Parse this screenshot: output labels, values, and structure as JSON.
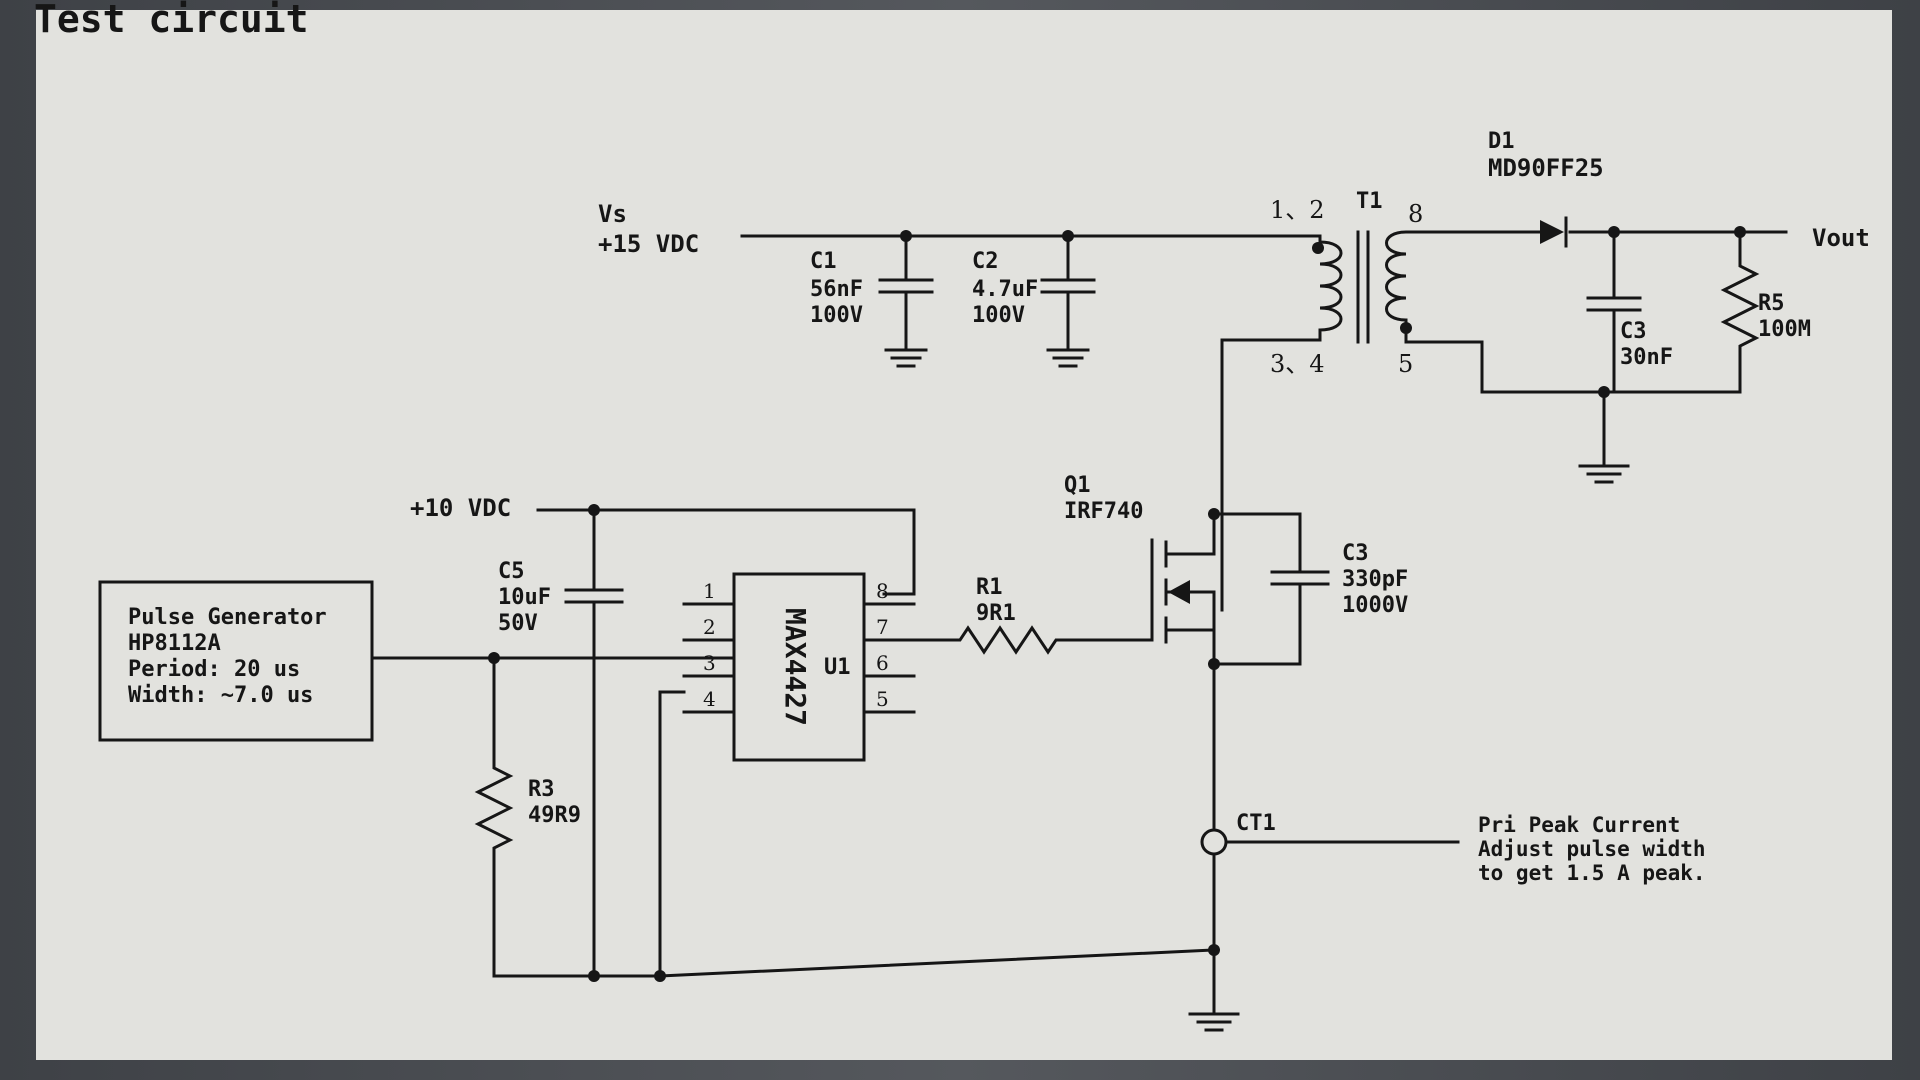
{
  "title": "Test  circuit",
  "supplies": {
    "vs_name": "Vs",
    "vs_value": "+15 VDC",
    "v10_value": "+10 VDC",
    "vout": "Vout"
  },
  "components": {
    "C1": {
      "ref": "C1",
      "value": "56nF",
      "rating": "100V"
    },
    "C2": {
      "ref": "C2",
      "value": "4.7uF",
      "rating": "100V"
    },
    "C3_out": {
      "ref": "C3",
      "value": "30nF"
    },
    "C3_snub": {
      "ref": "C3",
      "value": "330pF",
      "rating": "1000V"
    },
    "C5": {
      "ref": "C5",
      "value": "10uF",
      "rating": "50V"
    },
    "D1": {
      "ref": "D1",
      "part": "MD90FF25"
    },
    "T1": {
      "ref": "T1",
      "pins_p_top": "1、2",
      "pins_p_bot": "3、4",
      "pin_s_top": "8",
      "pin_s_bot": "5"
    },
    "R5": {
      "ref": "R5",
      "value": "100M"
    },
    "R1": {
      "ref": "R1",
      "value": "9R1"
    },
    "R3": {
      "ref": "R3",
      "value": "49R9"
    },
    "Q1": {
      "ref": "Q1",
      "part": "IRF740"
    },
    "U1": {
      "ref": "U1",
      "part": "MAX4427",
      "pins": [
        "1",
        "2",
        "3",
        "4",
        "8",
        "7",
        "6",
        "5"
      ]
    },
    "CT1": {
      "ref": "CT1"
    }
  },
  "pulse_generator": {
    "line1": "Pulse Generator",
    "line2": "HP8112A",
    "line3": "Period: 20 us",
    "line4": "Width: ~7.0 us"
  },
  "note": {
    "line1": "Pri Peak Current",
    "line2": "Adjust pulse width",
    "line3": "to get 1.5 A peak."
  },
  "colors": {
    "ink": "#161616",
    "paper": "#e2e2de",
    "bezel": "#4a4d52"
  }
}
